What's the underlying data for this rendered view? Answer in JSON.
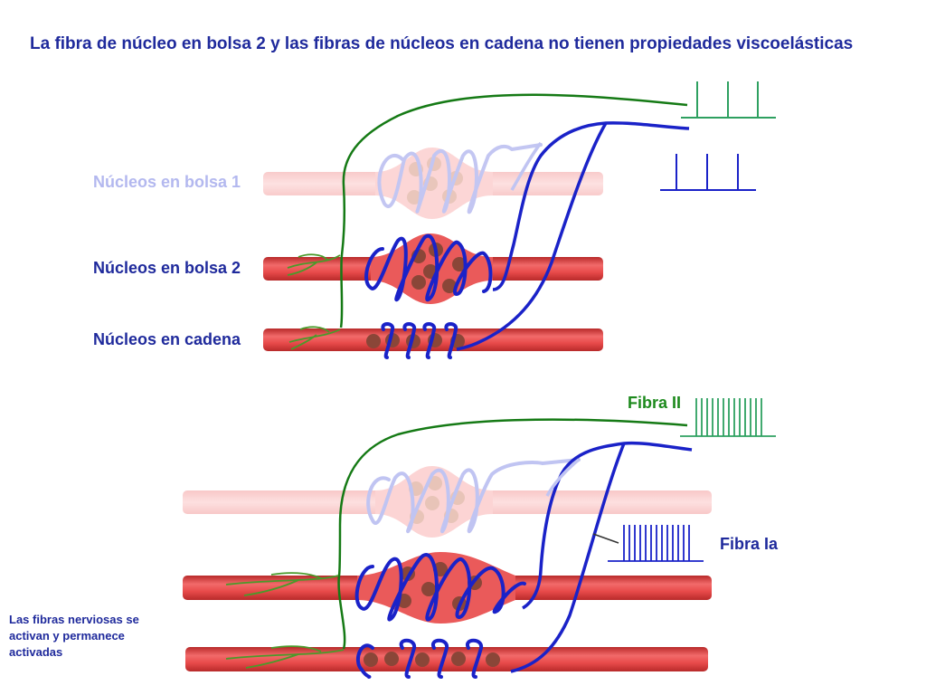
{
  "title": "La fibra de núcleo en bolsa 2 y las fibras de núcleos en cadena no tienen propiedades viscoelásticas",
  "labels": {
    "bag1": "Núcleos en bolsa 1",
    "bag2": "Núcleos en bolsa 2",
    "chain": "Núcleos en cadena",
    "fiber_ii": "Fibra II",
    "fiber_ia": "Fibra Ia"
  },
  "note": "Las fibras nerviosas se activan y permanece activadas",
  "colors": {
    "title": "#1f2a9c",
    "faded_label": "#b3b8ef",
    "fiber_ii_green": "#1d8a1d",
    "fiber_ia_blue": "#1a22c8",
    "muscle_red": "#e84a4a",
    "nucleus_brown": "#8a4638"
  }
}
